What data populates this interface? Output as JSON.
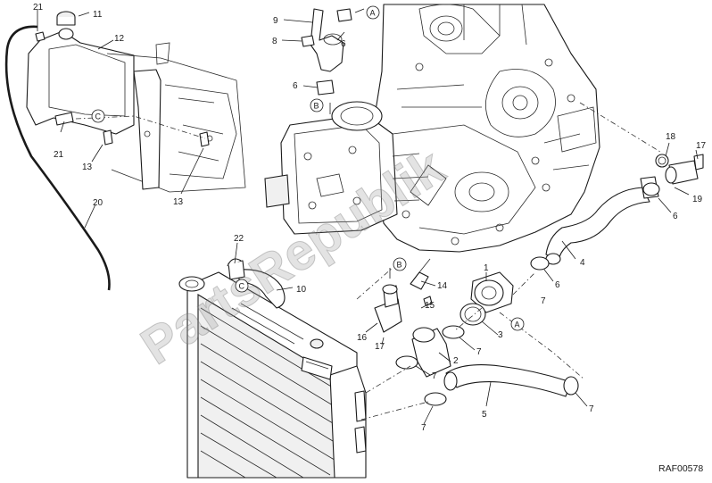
{
  "diagram": {
    "reference_code": "RAF00578",
    "watermark": "PartsRepublik",
    "callouts": [
      "21",
      "11",
      "12",
      "9",
      "8",
      "6",
      "6",
      "18",
      "17",
      "19",
      "6",
      "4",
      "6",
      "20",
      "13",
      "21",
      "13",
      "22",
      "10",
      "1",
      "14",
      "15",
      "16",
      "17",
      "3",
      "7",
      "2",
      "7",
      "7",
      "7",
      "5",
      "7"
    ],
    "circle_refs": [
      "A",
      "B",
      "C",
      "B",
      "C",
      "A"
    ]
  }
}
